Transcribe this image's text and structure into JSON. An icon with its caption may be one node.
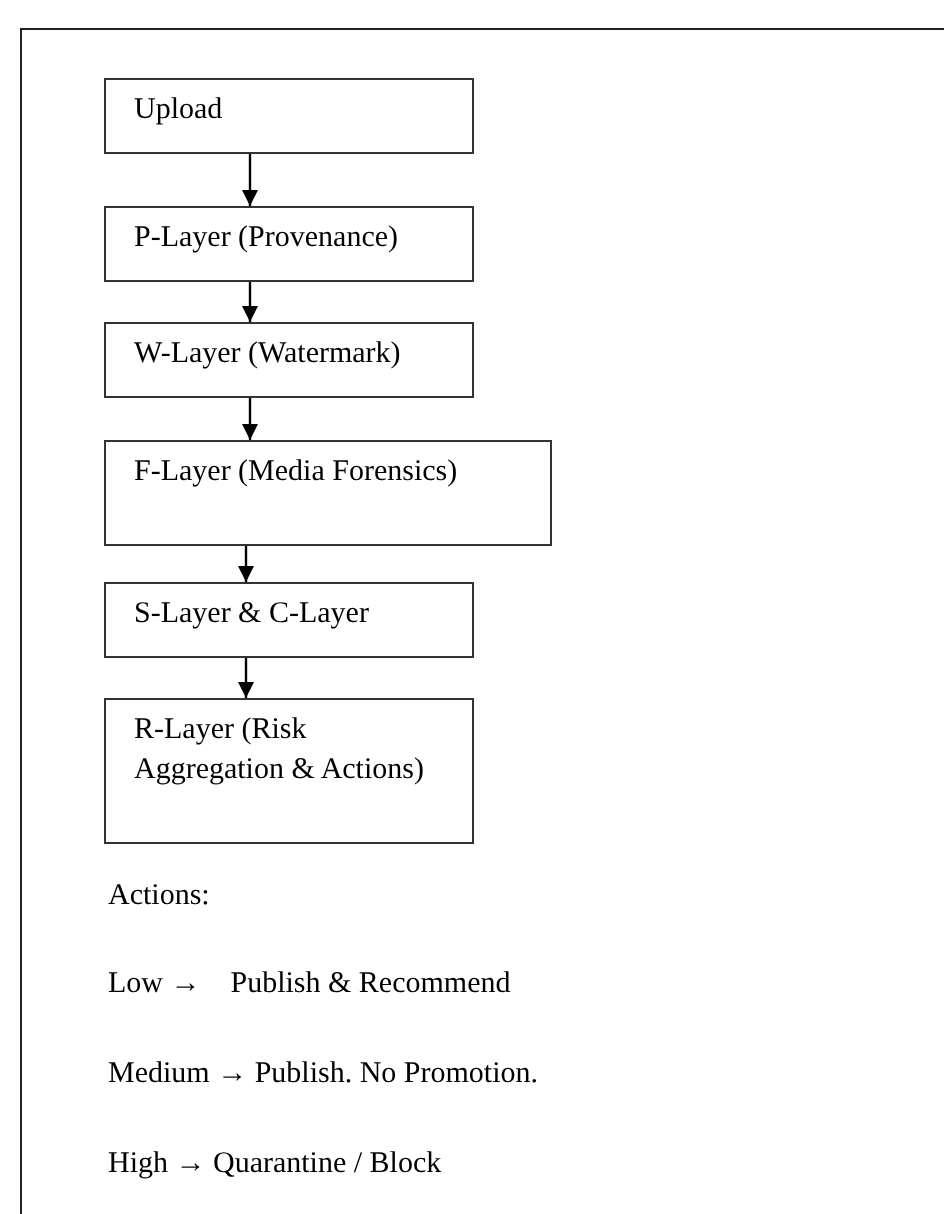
{
  "diagram": {
    "nodes": [
      {
        "text": [
          "Upload"
        ]
      },
      {
        "text": [
          "P-Layer (Provenance)"
        ]
      },
      {
        "text": [
          "W-Layer (Watermark)"
        ]
      },
      {
        "text": [
          "F-Layer (Media Forensics)"
        ]
      },
      {
        "text": [
          "S-Layer & C-Layer"
        ]
      },
      {
        "text": [
          "R-Layer (Risk Aggregation & Actions)"
        ]
      }
    ],
    "edges": [
      {
        "from": 0,
        "to": 1,
        "arrow": "to"
      },
      {
        "from": 1,
        "to": 2,
        "arrow": "to"
      },
      {
        "from": 2,
        "to": 3,
        "arrow": "to"
      },
      {
        "from": 3,
        "to": 4,
        "arrow": "to"
      },
      {
        "from": 4,
        "to": 5,
        "arrow": "to"
      }
    ],
    "labels": [
      "Actions:",
      "Low →    Publish & Recommend",
      "Medium → Publish. No Promotion.",
      "High → Quarantine / Block"
    ]
  }
}
